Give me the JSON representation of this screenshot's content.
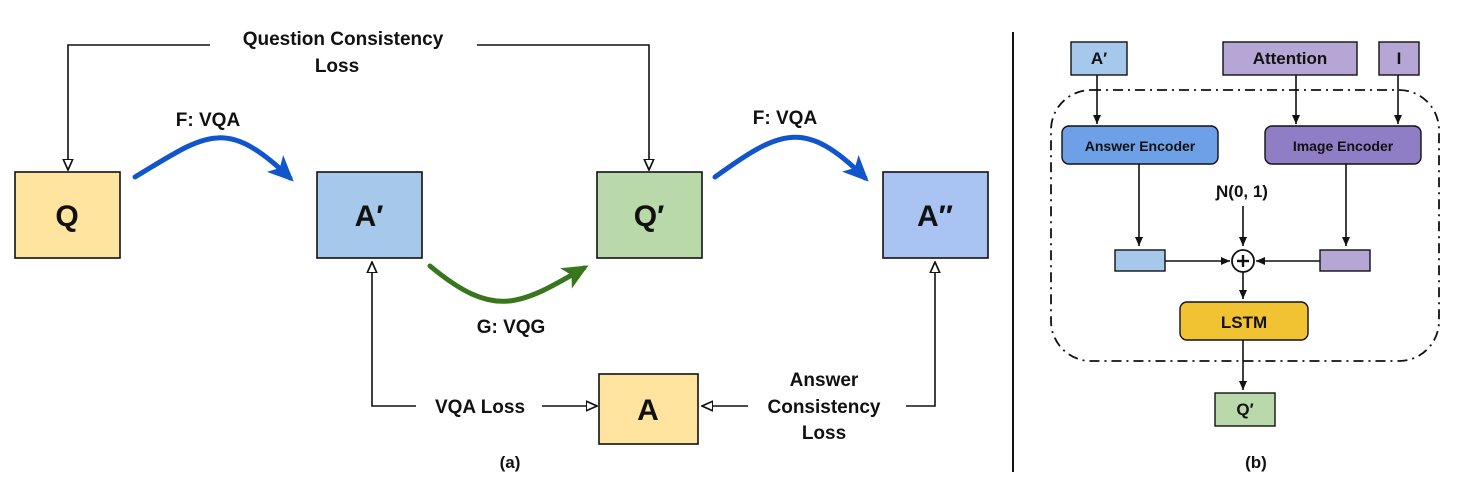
{
  "panel_a": {
    "nodes": {
      "q": "Q",
      "a_prime": "A′",
      "q_prime": "Q′",
      "a_double_prime": "A″",
      "a": "A"
    },
    "labels": {
      "question_consistency": [
        "Question Consistency",
        "Loss"
      ],
      "f_vqa_1": "F: VQA",
      "f_vqa_2": "F: VQA",
      "g_vqg": "G: VQG",
      "vqa_loss": "VQA Loss",
      "answer_consistency": [
        "Answer",
        "Consistency",
        "Loss"
      ]
    },
    "caption": "(a)"
  },
  "panel_b": {
    "inputs": {
      "a_prime": "A′",
      "attention": "Attention",
      "image": "I"
    },
    "encoders": {
      "answer": "Answer Encoder",
      "image": "Image Encoder"
    },
    "noise": "Ɲ(0, 1)",
    "lstm": "LSTM",
    "output": "Q′",
    "caption": "(b)"
  },
  "colors": {
    "yellow": "#FEE49F",
    "blue_light": "#A6C8EB",
    "green_light": "#B9D9AA",
    "blue_periwinkle": "#A9C4F3",
    "purple_light": "#B5A6D6",
    "blue_encoder": "#6EA0E8",
    "purple_encoder": "#8F7DC5",
    "lstm_yellow": "#F1C232",
    "arrow_blue": "#1155CC",
    "arrow_green": "#38761D"
  }
}
